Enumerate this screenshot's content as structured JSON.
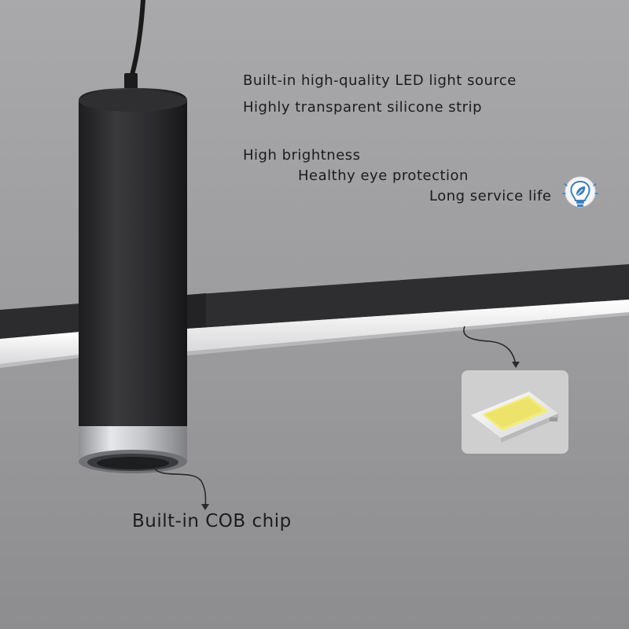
{
  "features": {
    "led_source": "Built-in high-quality LED light source",
    "silicone_strip": "Highly transparent silicone strip",
    "brightness": "High brightness",
    "eye_protection": "Healthy eye protection",
    "service_life": "Long service life"
  },
  "cob_caption": "Built-in COB chip",
  "icons": {
    "badge": "lightbulb-leaf-icon",
    "chip": "smd-led-chip-icon"
  },
  "colors": {
    "background": "#9e9e9f",
    "fixture": "#2a2a2c",
    "silver_ring": "#c9cbce",
    "led_yellow": "#f3ec7e",
    "badge_blue": "#3f7fb8"
  }
}
